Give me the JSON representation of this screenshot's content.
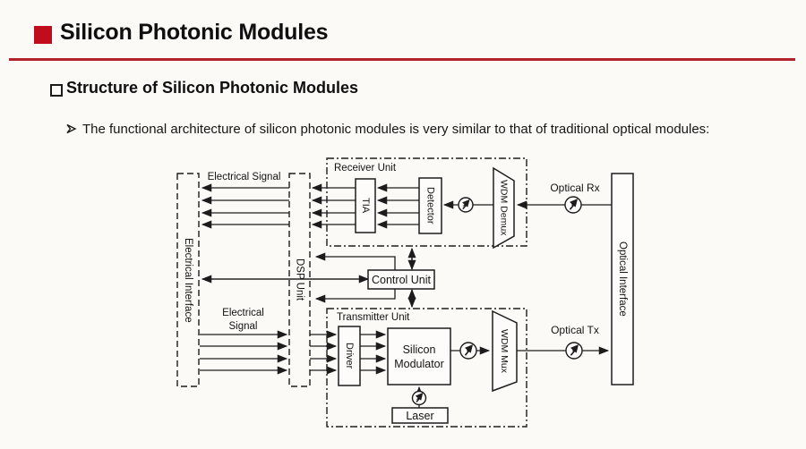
{
  "slide": {
    "title": "Silicon Photonic Modules",
    "section_title": "Structure of Silicon Photonic Modules",
    "bullet_text": "The functional architecture of silicon photonic modules is very similar to that of traditional optical modules:",
    "accent_color": "#c00d1e",
    "rule_color": "#b1232a",
    "background_color": "#fbfaf7"
  },
  "icons": {
    "title_bullet": "red-filled-square",
    "section_bullet": "hollow-square",
    "list_bullet": "right-arrowhead-outline",
    "coupler": "circle-with-lightning (fiber coupling point)"
  },
  "diagram": {
    "blocks": {
      "electrical_interface": "Electrical Interface",
      "dsp_unit": "DSP Unit",
      "receiver_unit": "Receiver Unit",
      "tia": "TIA",
      "detector": "Detector",
      "wdm_demux": "WDM Demux",
      "control_unit": "Control Unit",
      "transmitter_unit": "Transmitter Unit",
      "driver": "Driver",
      "silicon_modulator": "Silicon Modulator",
      "laser": "Laser",
      "wdm_mux": "WDM Mux",
      "optical_interface": "Optical Interface"
    },
    "labels": {
      "electrical_signal_top": "Electrical Signal",
      "electrical_signal_bottom": "Electrical Signal",
      "optical_rx": "Optical Rx",
      "optical_tx": "Optical Tx"
    }
  }
}
